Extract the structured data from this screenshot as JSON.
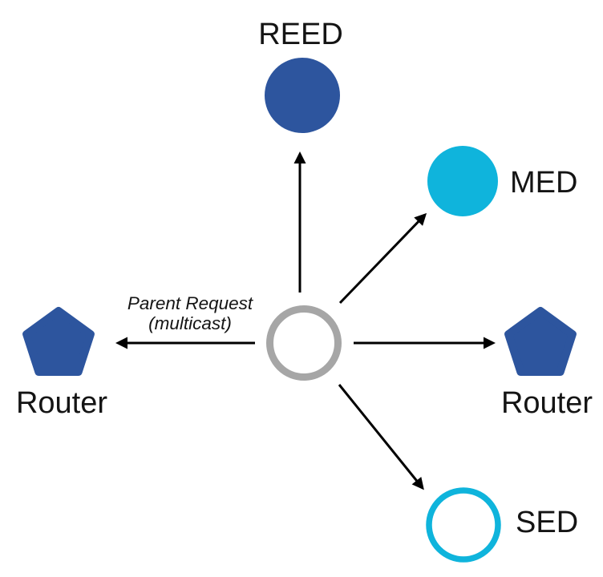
{
  "diagram": {
    "colors": {
      "router_blue": "#2d559e",
      "med_cyan": "#0fb4dc",
      "sed_ring_cyan": "#0fb4dc",
      "center_ring_gray": "#a6a6a6",
      "arrow": "#000000",
      "label": "#141414"
    },
    "annotation": {
      "line1": "Parent Request",
      "line2": "(multicast)"
    },
    "nodes": [
      {
        "id": "reed",
        "label": "REED",
        "shape": "circle",
        "style": "solid-blue"
      },
      {
        "id": "med",
        "label": "MED",
        "shape": "circle",
        "style": "solid-cyan"
      },
      {
        "id": "router-right",
        "label": "Router",
        "shape": "pentagon",
        "style": "solid-blue"
      },
      {
        "id": "sed",
        "label": "SED",
        "shape": "circle",
        "style": "outline-cyan"
      },
      {
        "id": "router-left",
        "label": "Router",
        "shape": "pentagon",
        "style": "solid-blue"
      },
      {
        "id": "center",
        "label": "",
        "shape": "circle",
        "style": "outline-gray"
      }
    ]
  }
}
